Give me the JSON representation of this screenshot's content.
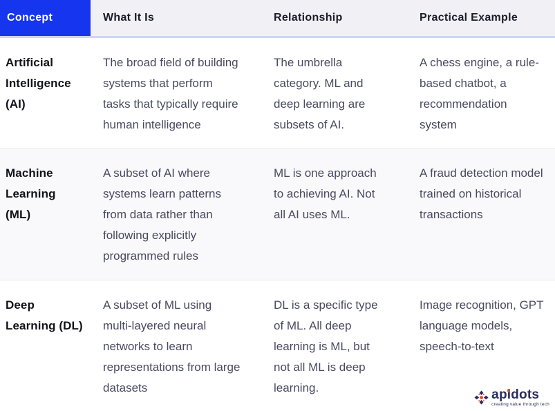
{
  "header": {
    "columns": [
      {
        "label": "Concept"
      },
      {
        "label": "What It Is"
      },
      {
        "label": "Relationship"
      },
      {
        "label": "Practical Example"
      }
    ]
  },
  "rows": [
    {
      "concept": "Artificial Intelligence (AI)",
      "what_it_is": "The broad field of building systems that perform tasks that typically require human intelligence",
      "relationship": "The umbrella category. ML and deep learning are subsets of AI.",
      "example": "A chess engine, a rule-based chatbot, a recommendation system"
    },
    {
      "concept": "Machine Learning (ML)",
      "what_it_is": "A subset of AI where systems learn patterns from data rather than following explicitly programmed rules",
      "relationship": "ML is one approach to achieving AI. Not all AI uses ML.",
      "example": "A fraud detection model trained on historical transactions"
    },
    {
      "concept": "Deep Learning (DL)",
      "what_it_is": "A subset of ML using multi-layered neural networks to learn representations from large datasets",
      "relationship": "DL is a specific type of ML. All deep learning is ML, but not all ML is deep learning.",
      "example": "Image recognition, GPT language models, speech-to-text"
    }
  ],
  "logo": {
    "name_parts": [
      "ap",
      "i",
      "dots"
    ],
    "tagline": "creating value through tech"
  },
  "colors": {
    "header_accent": "#1535ee",
    "header_bg": "#f1f1f5",
    "header_underline": "#ccd5f2",
    "row_alt_bg": "#f9f9fb",
    "row_divider": "#e9e9ee",
    "concept_text": "#121319",
    "body_text": "#484a5f",
    "logo_navy": "#2b2b5e",
    "logo_orange": "#e8542a"
  }
}
